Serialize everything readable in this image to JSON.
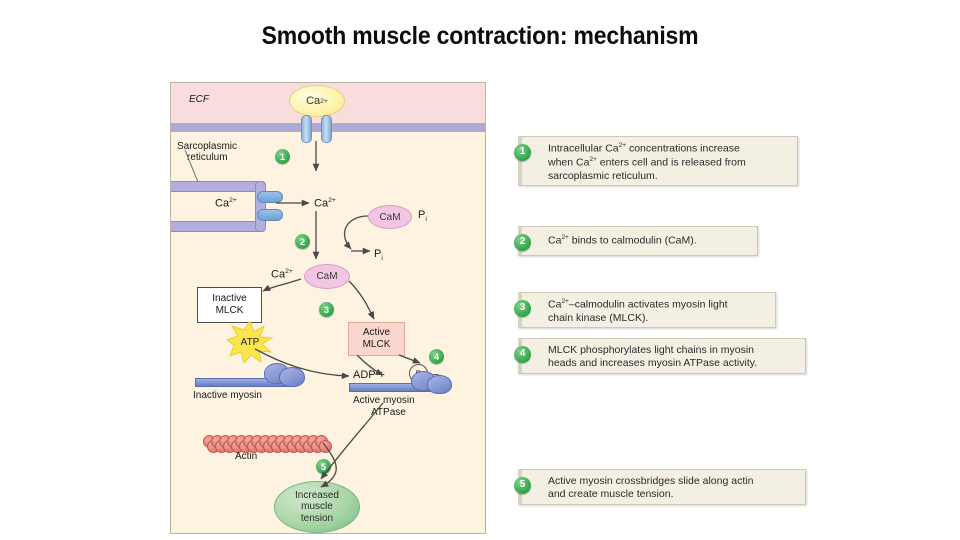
{
  "slide": {
    "title": "Smooth muscle contraction: mechanism",
    "background_color": "#ffffff"
  },
  "figure": {
    "panel_background": "#fdf3e0",
    "ecf_band_color": "#f9dcdc",
    "membrane_color": "#adaad4",
    "labels": {
      "ecf": "ECF",
      "ca_extracellular": "Ca",
      "ca_extracellular_charge": "2+",
      "sarcoplasmic_reticulum_line1": "Sarcoplasmic",
      "sarcoplasmic_reticulum_line2": "reticulum",
      "ca_sr_left": "Ca",
      "ca_sr_left_charge": "2+",
      "ca_cytosol": "Ca",
      "ca_cytosol_charge": "2+",
      "cam_phospho": "CaM",
      "pi_bound": "P",
      "pi_bound_sub": "i",
      "pi_released": "P",
      "pi_released_sub": "i",
      "ca_cam_prefix": "Ca",
      "ca_cam_prefix_charge": "2+",
      "cam_active": "CaM",
      "inactive_mlck_line1": "Inactive",
      "inactive_mlck_line2": "MLCK",
      "active_mlck_line1": "Active",
      "active_mlck_line2": "MLCK",
      "atp": "ATP",
      "adp": "ADP +",
      "phosphate_1": "P",
      "phosphate_2": "P",
      "inactive_myosin": "Inactive myosin",
      "active_myosin_line1": "Active myosin",
      "active_myosin_line2": "ATPase",
      "actin": "Actin",
      "tension_line1": "Increased",
      "tension_line2": "muscle",
      "tension_line3": "tension"
    },
    "step_badges": [
      "1",
      "2",
      "3",
      "4",
      "5"
    ]
  },
  "captions": [
    {
      "number": "1",
      "text": "Intracellular Ca2+ concentrations increase when Ca2+ enters cell and is released from sarcoplasmic reticulum.",
      "line1_a": "Intracellular Ca",
      "line1_sup": "2+",
      "line1_b": " concentrations increase",
      "line2_a": "when Ca",
      "line2_sup": "2+",
      "line2_b": " enters cell and is released from",
      "line3": "sarcoplasmic reticulum."
    },
    {
      "number": "2",
      "text": "Ca2+ binds to calmodulin (CaM).",
      "line1_a": "Ca",
      "line1_sup": "2+",
      "line1_b": " binds to calmodulin (CaM).",
      "line2_a": "",
      "line2_sup": "",
      "line2_b": "",
      "line3": ""
    },
    {
      "number": "3",
      "text": "Ca2+-calmodulin activates myosin light chain kinase (MLCK).",
      "line1_a": "Ca",
      "line1_sup": "2+",
      "line1_b": "–calmodulin activates myosin light",
      "line2_a": "chain kinase (MLCK).",
      "line2_sup": "",
      "line2_b": "",
      "line3": ""
    },
    {
      "number": "4",
      "text": "MLCK phosphorylates light chains in myosin heads and increases myosin ATPase activity.",
      "line1_a": "MLCK phosphorylates light chains in myosin",
      "line1_sup": "",
      "line1_b": "",
      "line2_a": "heads and increases myosin ATPase activity.",
      "line2_sup": "",
      "line2_b": "",
      "line3": ""
    },
    {
      "number": "5",
      "text": "Active myosin crossbridges slide along actin and create muscle tension.",
      "line1_a": "Active myosin crossbridges slide along actin",
      "line1_sup": "",
      "line1_b": "",
      "line2_a": "and create muscle tension.",
      "line2_sup": "",
      "line2_b": "",
      "line3": ""
    }
  ]
}
